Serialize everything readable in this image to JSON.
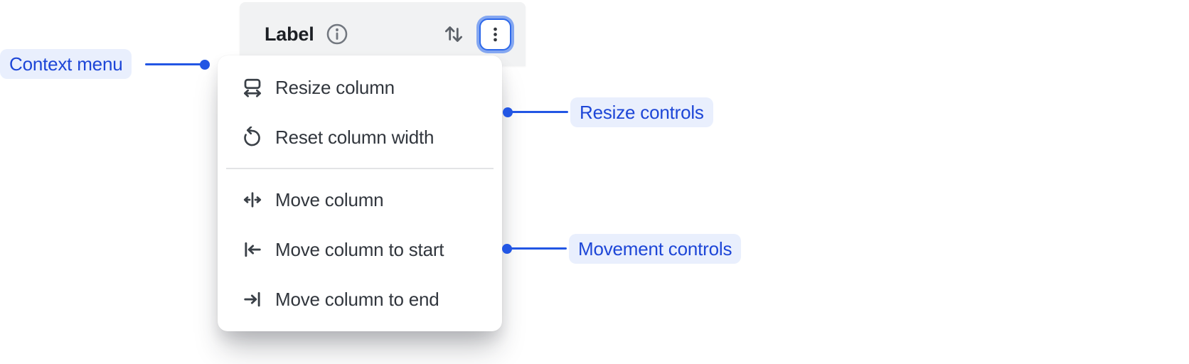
{
  "column_header": {
    "title": "Label",
    "icons": [
      "info-icon",
      "sort-arrows-icon",
      "kebab-menu-icon"
    ]
  },
  "context_menu": {
    "items": [
      {
        "label": "Resize column",
        "icon": "resize-column-icon",
        "group": "resize"
      },
      {
        "label": "Reset column width",
        "icon": "reset-column-width-icon",
        "group": "resize"
      },
      {
        "label": "Move column",
        "icon": "move-column-icon",
        "group": "movement"
      },
      {
        "label": "Move column to start",
        "icon": "move-column-to-start-icon",
        "group": "movement"
      },
      {
        "label": "Move column to end",
        "icon": "move-column-to-end-icon",
        "group": "movement"
      }
    ]
  },
  "annotations": [
    {
      "label": "Context menu"
    },
    {
      "label": "Resize controls"
    },
    {
      "label": "Movement controls"
    }
  ],
  "colors": {
    "accent_blue_text": "#1d46d7",
    "annotation_line": "#2256e4",
    "annotation_pill_bg": "#e9effd",
    "header_bg": "#f1f2f3",
    "menu_bg": "#ffffff",
    "menu_text": "#31363d",
    "divider": "#e3e4e6",
    "focus_ring_border": "#2d68ea",
    "focus_ring_outer": "#84a7f1"
  }
}
